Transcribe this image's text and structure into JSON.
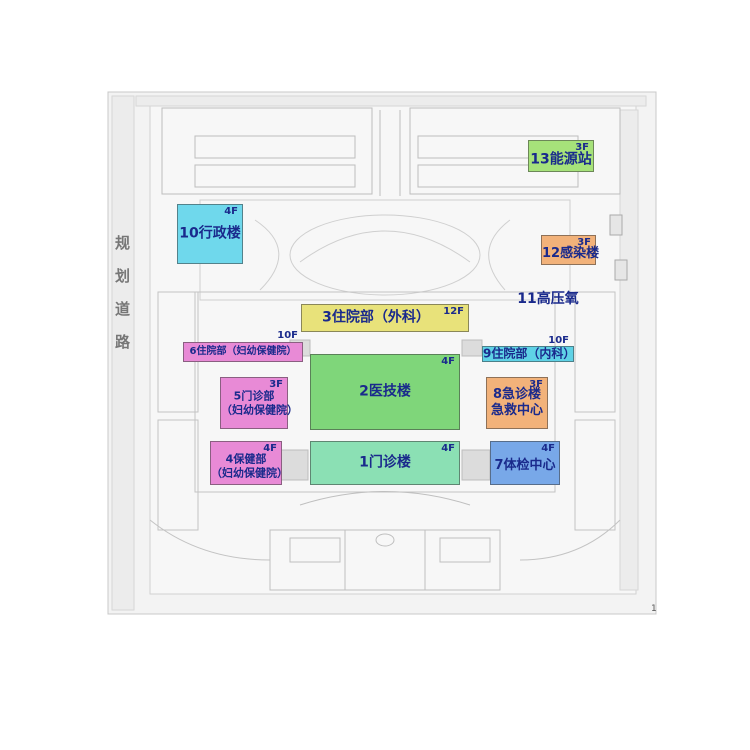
{
  "road_label": "规划道路",
  "corner_mark": "1",
  "colors": {
    "label": "#1a2a8c",
    "green_main": "#7fd67a",
    "green_clinic": "#8be0b4",
    "yellow": "#e8e27a",
    "pink": "#e88ad6",
    "light_blue": "#5fd2e6",
    "orange": "#f2b27a",
    "blue": "#78a8e8",
    "light_green": "#a6e27a"
  },
  "buildings": {
    "b10": {
      "name": "10行政楼",
      "floors": "4F"
    },
    "b13": {
      "name": "13能源站",
      "floors": "3F"
    },
    "b12": {
      "name": "12感染楼",
      "floors": "3F"
    },
    "b11": {
      "name": "11高压氧",
      "floors": ""
    },
    "b3": {
      "name": "3住院部（外科）",
      "floors": "12F"
    },
    "b6": {
      "name": "6住院部（妇幼保健院）",
      "floors": "10F"
    },
    "b9": {
      "name": "9住院部（内科）",
      "floors": "10F"
    },
    "b2": {
      "name": "2医技楼",
      "floors": "4F"
    },
    "b5": {
      "line1": "5门诊部",
      "line2": "（妇幼保健院）",
      "floors": "3F"
    },
    "b8": {
      "line1": "8急诊楼",
      "line2": "急救中心",
      "floors": "3F"
    },
    "b4": {
      "line1": "4保健部",
      "line2": "（妇幼保健院）",
      "floors": "4F"
    },
    "b1": {
      "name": "1门诊楼",
      "floors": "4F"
    },
    "b7": {
      "name": "7体检中心",
      "floors": "4F"
    }
  }
}
